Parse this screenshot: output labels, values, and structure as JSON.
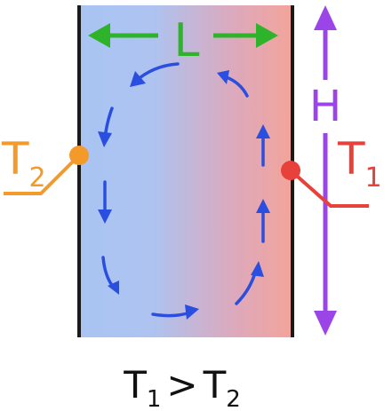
{
  "labels": {
    "width": "L",
    "height": "H",
    "hot_temperature": {
      "base": "T",
      "sub": "1"
    },
    "cold_temperature": {
      "base": "T",
      "sub": "2"
    }
  },
  "condition": {
    "left": {
      "base": "T",
      "sub": "1"
    },
    "operator": ">",
    "right": {
      "base": "T",
      "sub": "2"
    }
  },
  "colors": {
    "cold_wall": "#a9c4f3",
    "hot_wall": "#f3a49a",
    "wall_line": "#1a1a1a",
    "width_arrow": "#2fb32a",
    "height_arrow": "#9b45e8",
    "hot_probe": "#e8403a",
    "cold_probe": "#f39a2b",
    "flow_arrow": "#2a4ee0",
    "text": "#111111"
  }
}
